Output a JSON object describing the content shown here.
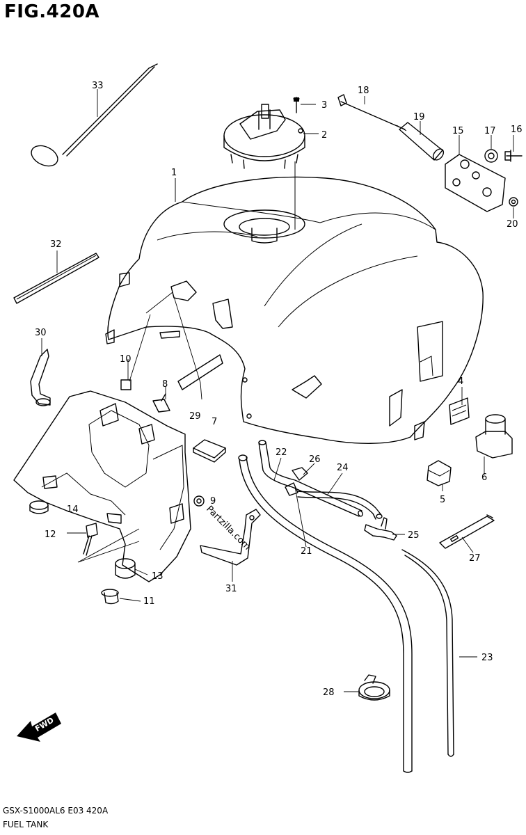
{
  "figure": {
    "title": "FIG.420A",
    "footer_code": "GSX-S1000AL6  E03  420A",
    "footer_name": "FUEL TANK",
    "watermark": "Partzilla.com",
    "fwd_badge": "FWD"
  },
  "callouts": {
    "p1": "1",
    "p2": "2",
    "p3": "3",
    "p4": "4",
    "p5": "5",
    "p6": "6",
    "p7": "7",
    "p8": "8",
    "p9": "9",
    "p10": "10",
    "p11": "11",
    "p12": "12",
    "p13": "13",
    "p14": "14",
    "p15": "15",
    "p16": "16",
    "p17": "17",
    "p18": "18",
    "p19": "19",
    "p20": "20",
    "p21": "21",
    "p22": "22",
    "p23": "23",
    "p24": "24",
    "p25": "25",
    "p26": "26",
    "p27": "27",
    "p28": "28",
    "p29": "29",
    "p30": "30",
    "p31": "31",
    "p32": "32",
    "p33": "33"
  }
}
